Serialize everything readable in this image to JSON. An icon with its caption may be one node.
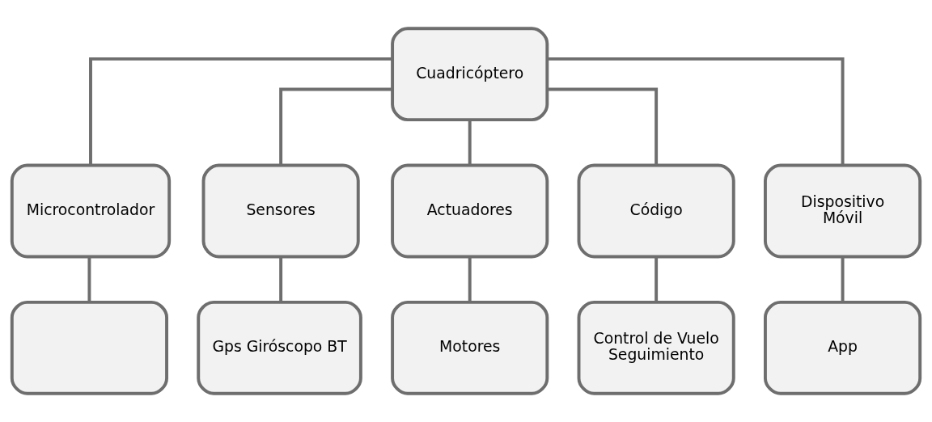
{
  "diagram": {
    "nodes": [
      {
        "text": [
          "Cuadricóptero"
        ]
      },
      {
        "text": [
          "Microcontrolador"
        ]
      },
      {
        "text": [
          "Sensores"
        ]
      },
      {
        "text": [
          "Actuadores"
        ]
      },
      {
        "text": [
          "Código"
        ]
      },
      {
        "text": [
          "Dispositivo Móvil"
        ]
      },
      {
        "text": [],
        "shape": "box"
      },
      {
        "text": [
          "Gps Giróscopo BT"
        ]
      },
      {
        "text": [
          "Motores"
        ]
      },
      {
        "text": [
          "Control de Vuelo Seguimiento"
        ]
      },
      {
        "text": [
          "App"
        ]
      }
    ],
    "edges": [
      {
        "from": 0,
        "to": 1,
        "arrow": "none"
      },
      {
        "from": 0,
        "to": 2,
        "arrow": "none"
      },
      {
        "from": 0,
        "to": 3,
        "arrow": "none"
      },
      {
        "from": 0,
        "to": 4,
        "arrow": "none"
      },
      {
        "from": 0,
        "to": 5,
        "arrow": "none"
      },
      {
        "from": 1,
        "to": 6,
        "arrow": "none"
      },
      {
        "from": 2,
        "to": 7,
        "arrow": "none"
      },
      {
        "from": 3,
        "to": 8,
        "arrow": "none"
      },
      {
        "from": 4,
        "to": 9,
        "arrow": "none"
      },
      {
        "from": 5,
        "to": 10,
        "arrow": "none"
      }
    ]
  }
}
